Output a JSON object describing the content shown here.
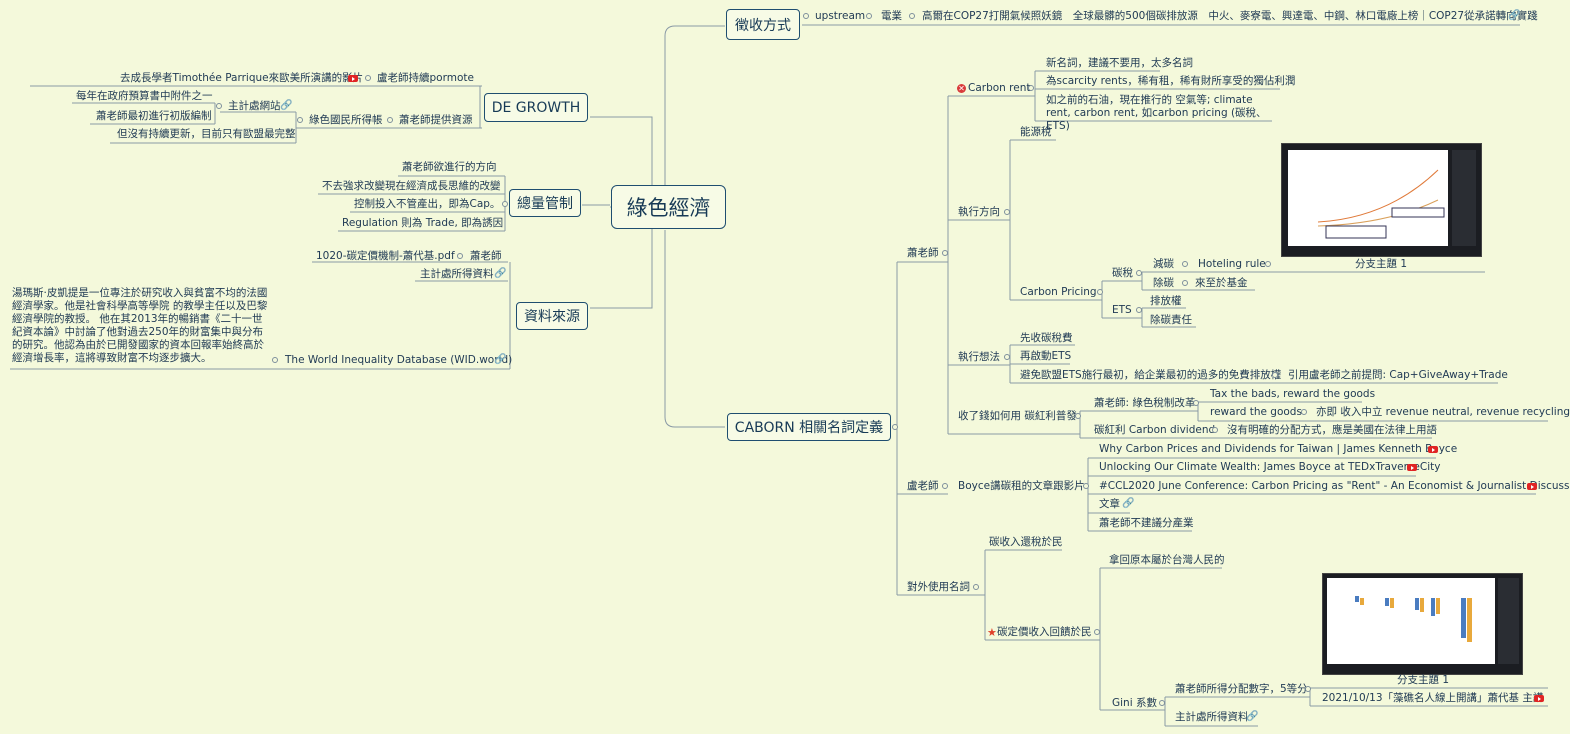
{
  "root": "綠色經濟",
  "n1": {
    "title": "徵收方式",
    "a": "upstream",
    "b": "電業",
    "c": "高爾在COP27打開氣候照妖鏡　全球最髒的500個碳排放源　中火、麥寮電、興達電、中鋼、林口電廠上榜｜COP27從承諾轉向實踐"
  },
  "n2": {
    "title": "DE GROWTH",
    "a": "去成長學者Timothée Parrique來歐美所演講的影片",
    "b": "盧老師持續pormote",
    "c": "主計處網站",
    "c1": "每年在政府預算書中附件之一",
    "c2": "蕭老師最初進行初版編制",
    "c3": "但沒有持續更新，目前只有歐盟最完整",
    "d": "綠色國民所得帳",
    "e": "蕭老師提供資源"
  },
  "n3": {
    "title": "總量管制",
    "items": [
      "蕭老師欲進行的方向",
      "不去強求改變現在經濟成長思維的改變",
      "控制投入不管產出，即為Cap。",
      "Regulation 則為 Trade, 即為誘因"
    ]
  },
  "n4": {
    "title": "資料來源",
    "a": "1020-碳定價機制-蕭代基.pdf",
    "a2": "蕭老師",
    "b": "主計處所得資料",
    "note": "湯瑪斯·皮凱提是一位專注於研究收入與貧富不均的法國經濟學家。他是社會科學高等學院 的教學主任以及巴黎經濟學院的教授。 他在其2013年的暢銷書《二十一世紀資本論》中討論了他對過去250年的財富集中與分布的研究。他認為由於已開發國家的資本回報率始終高於經濟增長率，這將導致財富不均逐步擴大。",
    "c": "The World Inequality Database (WID.world)"
  },
  "n5": {
    "title": "CABORN 相關名詞定義",
    "xiao": "蕭老師",
    "cr": "Carbon rent",
    "cr1": "新名詞，建議不要用，太多名詞",
    "cr2": "為scarcity rents，稀有租，稀有財所享受的獨佔利潤",
    "cr3": "如之前的石油，現在推行的 空氣等; climate rent, carbon rent, 如carbon pricing (碳稅、ETS)",
    "dir": "執行方向",
    "energy": "能源稅",
    "cp": "Carbon Pricing",
    "tax": "碳稅",
    "reduce": "減碳",
    "hot": "Hoteling rule",
    "topic": "分支主題 1",
    "remove": "除碳",
    "fund": "來至於基金",
    "ets": "ETS",
    "ets1": "排放權",
    "ets2": "除碳責任",
    "idea": "執行想法",
    "idea1": "先收碳稅費",
    "idea2": "再啟動ETS",
    "idea3": "避免歐盟ETS施行最初，給企業最初的過多的免費排放權",
    "idea3b": "引用盧老師之前提問: Cap+GiveAway+Trade",
    "use": "收了錢如何用 碳紅利普發",
    "reform": "蕭老師: 綠色稅制改革",
    "bads": "Tax the bads, reward the goods",
    "goods": "reward the goods",
    "neutral": "亦即 收入中立 revenue neutral, revenue recycling",
    "div": "碳紅利 Carbon dividend",
    "div2": "沒有明確的分配方式，應是美國在法律上用語",
    "lu": "盧老師",
    "boyce": "Boyce講碳租的文章跟影片",
    "v1": "Why Carbon Prices and Dividends for Taiwan | James Kenneth Boyce",
    "v2": "Unlocking Our Climate Wealth: James Boyce at TEDxTraverseCity",
    "v3": "#CCL2020 June Conference: Carbon Pricing as \"Rent\" - An Economist & Journalist Discuss",
    "art": "文章",
    "noind": "蕭老師不建議分產業",
    "ext": "對外使用名詞",
    "ext1": "碳收入還稅於民",
    "ext2": "碳定價收入回饋於民",
    "back": "拿回原本屬於台灣人民的",
    "topic2": "分支主題 1",
    "gini": "Gini 系數",
    "g1": "蕭老師所得分配數字，5等分",
    "g1b": "2021/10/13「藻礁名人線上開講」蕭代基 主講",
    "g2": "主計處所得資料"
  }
}
